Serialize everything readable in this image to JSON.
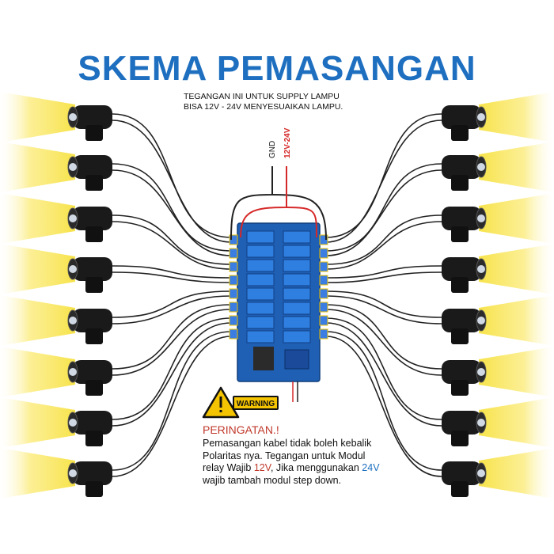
{
  "title": "SKEMA PEMASANGAN",
  "supply_note": {
    "line1": "TEGANGAN INI UNTUK SUPPLY LAMPU",
    "line2": "BISA 12V - 24V MENYESUAIKAN LAMPU."
  },
  "wire_labels": {
    "gnd": "GND",
    "positive": "12V-24V"
  },
  "warning_sign": {
    "label": "WARNING"
  },
  "warning_text": {
    "heading": "PERINGATAN.!",
    "part1": "Pemasangan kabel tidak boleh kebalik Polaritas nya. Tegangan untuk Modul relay Wajib ",
    "v12": "12V",
    "part2": ", Jika menggunakan ",
    "v24": "24V",
    "part3": " wajib tambah modul step down."
  },
  "colors": {
    "title": "#1e6fc0",
    "relay_board": "#1f5fb4",
    "relay_block": "#2f7fe0",
    "wire": "#222222",
    "wire_positive": "#d62828",
    "light_beam": "#f7e34a",
    "warning_yellow": "#f5c400",
    "warning_red": "#c0392b"
  },
  "lamps": {
    "left_count": 8,
    "right_count": 8
  },
  "relay_module": {
    "channels": 16
  }
}
